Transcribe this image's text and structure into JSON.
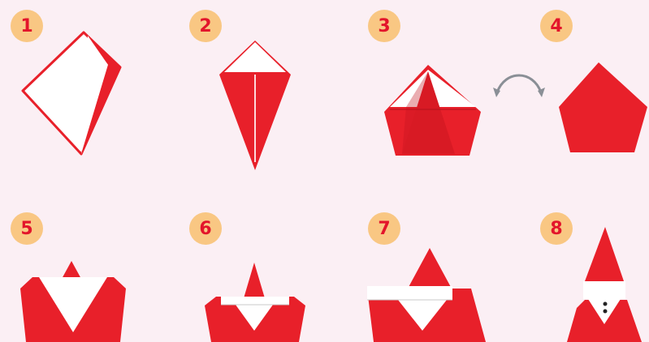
{
  "steps": [
    {
      "number": "1"
    },
    {
      "number": "2"
    },
    {
      "number": "3"
    },
    {
      "number": "4"
    },
    {
      "number": "5"
    },
    {
      "number": "6"
    },
    {
      "number": "7"
    },
    {
      "number": "8"
    }
  ],
  "colors": {
    "paper_red": "#e8202a",
    "paper_dark_red": "#c41420",
    "paper_white": "#ffffff",
    "badge": "#f9c783",
    "badge_text": "#e3152b",
    "arrow": "#8a8f96",
    "background": "#fbeff4"
  },
  "icons": {
    "flip": "flip-over-arrow-icon"
  }
}
